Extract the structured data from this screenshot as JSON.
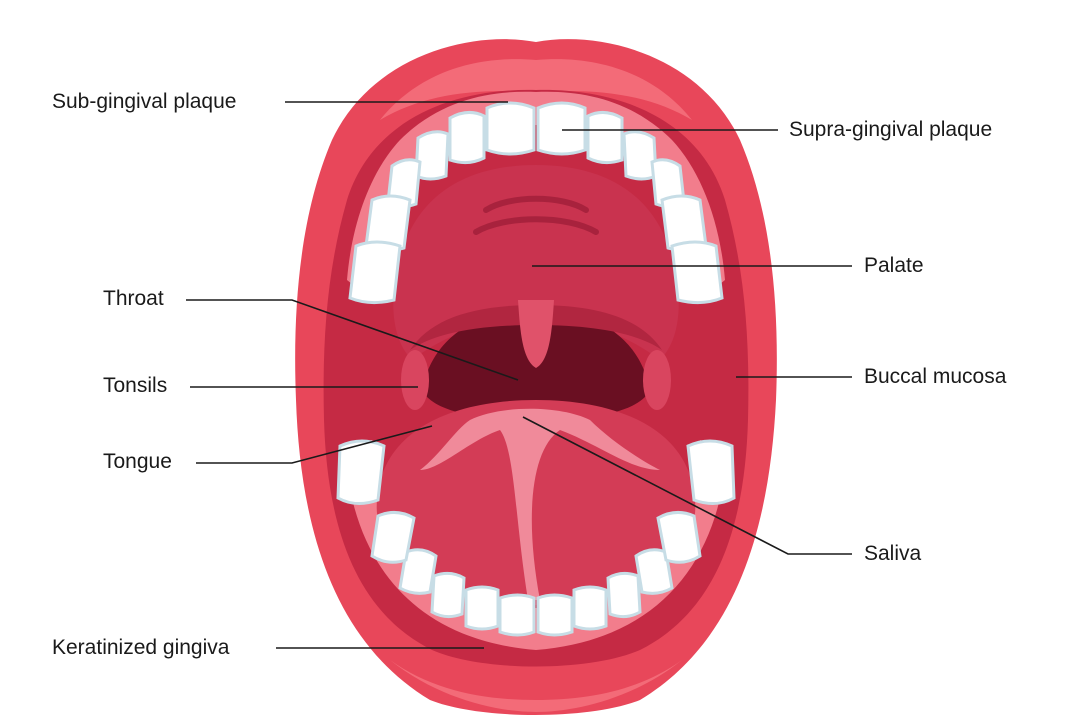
{
  "labels": {
    "sub_gingival_plaque": "Sub-gingival plaque",
    "supra_gingival_plaque": "Supra-gingival plaque",
    "palate": "Palate",
    "throat": "Throat",
    "tonsils": "Tonsils",
    "buccal_mucosa": "Buccal mucosa",
    "tongue": "Tongue",
    "saliva": "Saliva",
    "keratinized_gingiva": "Keratinized gingiva"
  },
  "colors": {
    "lip_outer": "#e8475a",
    "lip_highlight": "#f36b78",
    "mouth_inner": "#c52a44",
    "cavity_dark": "#8e1830",
    "palate": "#c9334f",
    "throat_dark": "#6a0f22",
    "tongue": "#d33c56",
    "tongue_stripe": "#f08a9a",
    "tooth": "#ffffff",
    "tooth_shadow": "#c7dde6",
    "gum": "#f27d8c",
    "leader_line": "#1a1a1a"
  }
}
